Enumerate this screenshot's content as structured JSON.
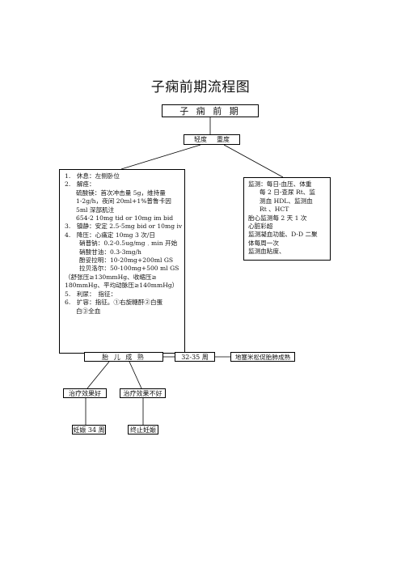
{
  "title": "子痫前期流程图",
  "top": "子 痫 前 期",
  "severity": {
    "mild": "轻度",
    "severe": "重度"
  },
  "treatment": {
    "l1": "1.　休息：左侧卧位",
    "l2": "2.　解痉：",
    "l3": "硫酸镁：首次冲击量 5g，维持量",
    "l4": "1-2g/h，夜间 20ml+1%普鲁卡因",
    "l5": "5ml 深部肌注",
    "l6": "654-2 10mg tid or 10mg im bid",
    "l7": "3.　镇静：安定 2.5-5mg bid or 10mg iv",
    "l8": "4.　降压：心痛定 10mg 3 次/日",
    "l9": "硝普钠：0.2-0.5ug/mg﹒min 开始",
    "l10": "硝酸甘油：0.3-3mg/h",
    "l11": "酚妥拉明：10-20mg+200ml GS",
    "l12": "拉贝洛尔：50-100mg+500 ml GS",
    "l13": "（舒张压≥130mmHg、收缩压≥",
    "l14": "180mmHg、平均动脉压≥140mmHg）",
    "l15": "5.　利尿：　指征：",
    "l16": "6.　扩容：指征。①右旋糖酐②白蛋",
    "l17": "白③全血"
  },
  "monitor": {
    "l1": "监测：每日-血压、体重",
    "l2": "每 2 日-查尿 Rt、监",
    "l3": "测血 HDL、监测血",
    "l4": "Rt 、HCT",
    "l5": "胎心监测每 2 天 1 次",
    "l6": "心脏彩超",
    "l7": "监测凝血功能、D-D 二聚",
    "l8": "体每周一次",
    "l9": "监测血粘度、"
  },
  "fetal": "胎 儿 成 熟",
  "weeks": "32-35 周",
  "drug": "地塞米松促胎肺成熟",
  "good": "治疗效果好",
  "bad": "治疗效果不好",
  "wk34": "妊娠 34 周",
  "stop": "终止妊娠"
}
